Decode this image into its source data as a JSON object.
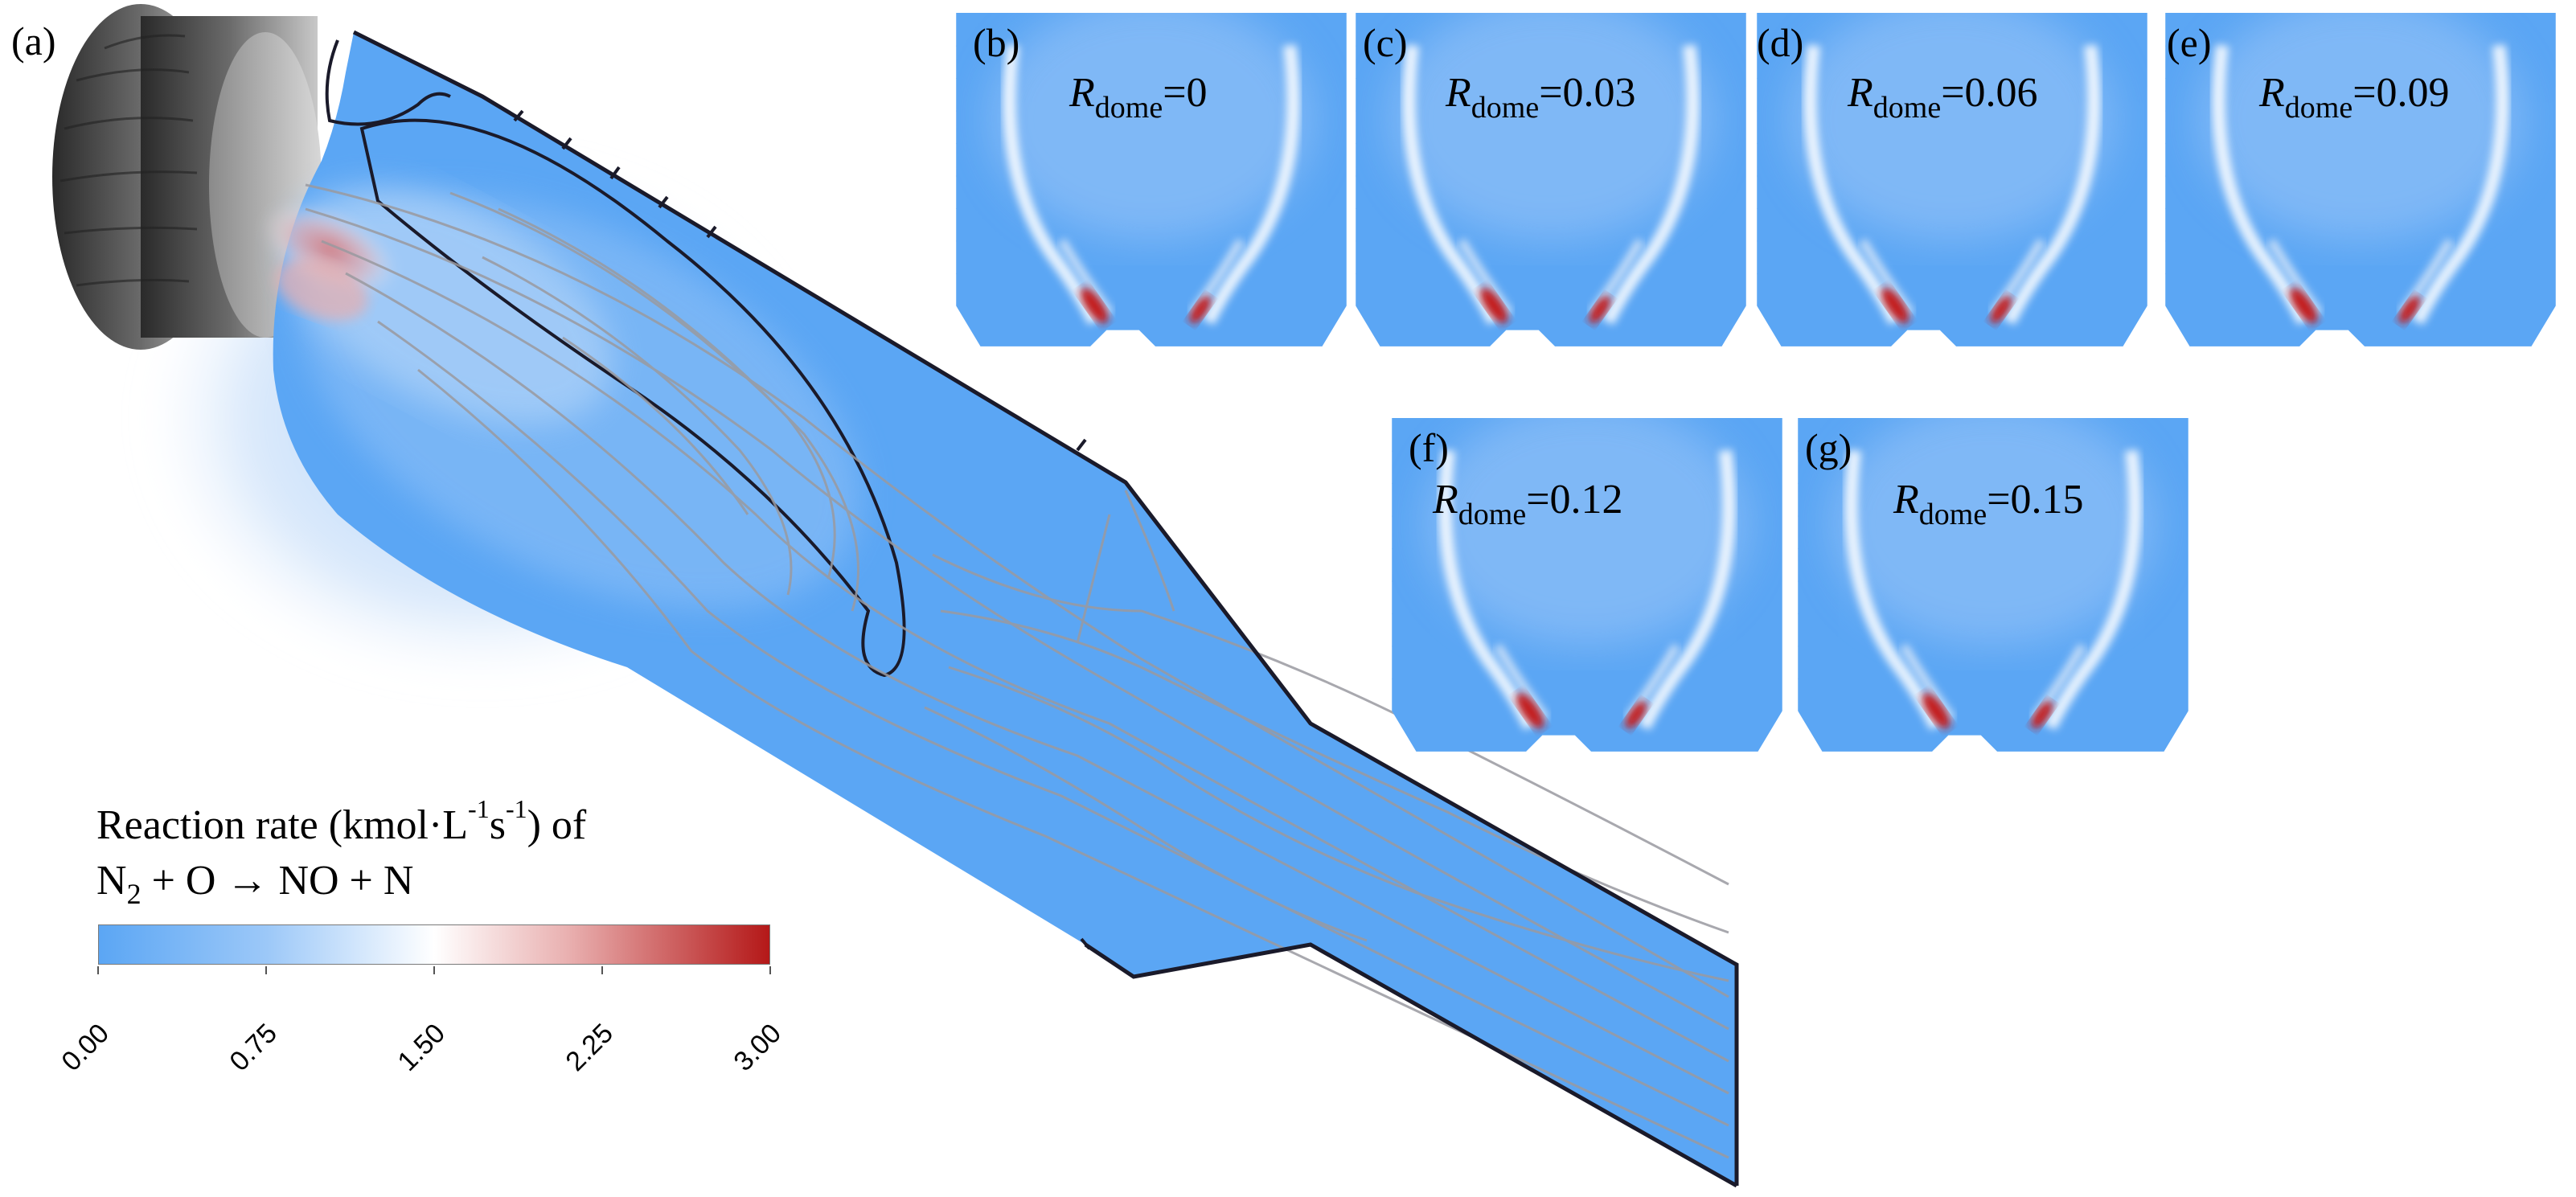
{
  "panels": {
    "a": {
      "label": "(a)"
    },
    "b": {
      "label": "(b)",
      "r_symbol": "R",
      "r_sub": "dome",
      "r_value": "=0"
    },
    "c": {
      "label": "(c)",
      "r_symbol": "R",
      "r_sub": "dome",
      "r_value": "=0.03"
    },
    "d": {
      "label": "(d)",
      "r_symbol": "R",
      "r_sub": "dome",
      "r_value": "=0.06"
    },
    "e": {
      "label": "(e)",
      "r_symbol": "R",
      "r_sub": "dome",
      "r_value": "=0.09"
    },
    "f": {
      "label": "(f)",
      "r_symbol": "R",
      "r_sub": "dome",
      "r_value": "=0.12"
    },
    "g": {
      "label": "(g)",
      "r_symbol": "R",
      "r_sub": "dome",
      "r_value": "=0.15"
    }
  },
  "colorbar": {
    "title_line1_a": "Reaction rate (kmol·L",
    "title_line1_sup1": "-1",
    "title_line1_b": "s",
    "title_line1_sup2": "-1",
    "title_line1_c": ") of",
    "title_line2_a": "N",
    "title_line2_sub": "2",
    "title_line2_b": " + O → NO + N",
    "ticks": [
      "0.00",
      "0.75",
      "1.50",
      "2.25",
      "3.00"
    ],
    "range": [
      0.0,
      3.0
    ],
    "colors": {
      "low": "#5ba6f4",
      "mid": "#ffffff",
      "high": "#b41818"
    }
  },
  "colors": {
    "field": "#5ba6f4",
    "streamline": "#9a9aa0",
    "outline": "#1a1a2a",
    "swirler": "#555555"
  }
}
